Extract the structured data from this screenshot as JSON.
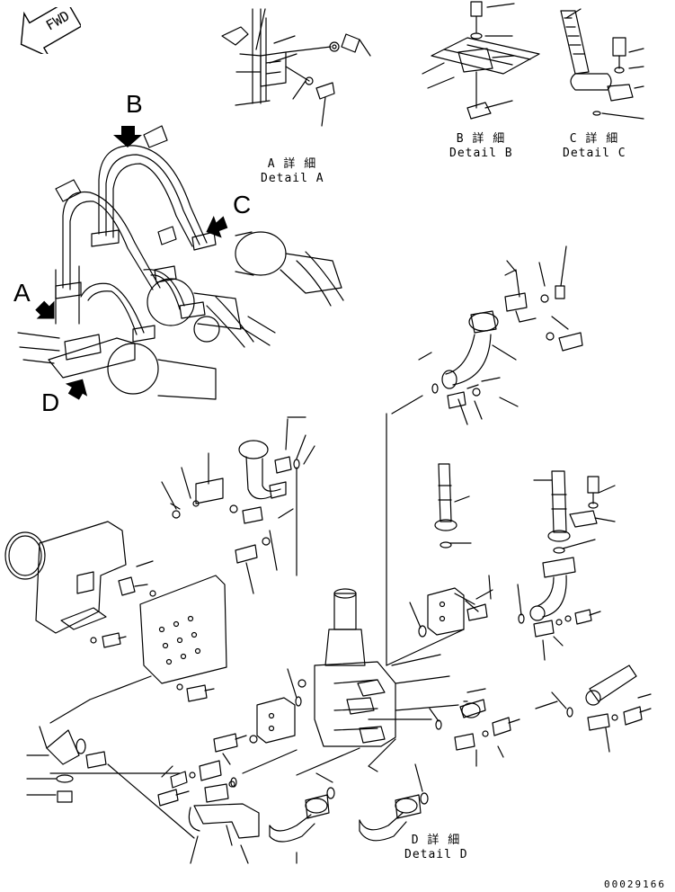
{
  "orientation": {
    "fwd_label": "FWD"
  },
  "callouts": {
    "a": "A",
    "b": "B",
    "c": "C",
    "d": "D"
  },
  "details": {
    "a": {
      "jp": "A 詳 細",
      "en": "Detail A"
    },
    "b": {
      "jp": "B 詳 細",
      "en": "Detail B"
    },
    "c": {
      "jp": "C 詳 細",
      "en": "Detail C"
    },
    "d": {
      "jp": "D 詳 細",
      "en": "Detail D"
    }
  },
  "drawing_number": "00029166",
  "colors": {
    "ink": "#000000",
    "paper": "#ffffff"
  }
}
